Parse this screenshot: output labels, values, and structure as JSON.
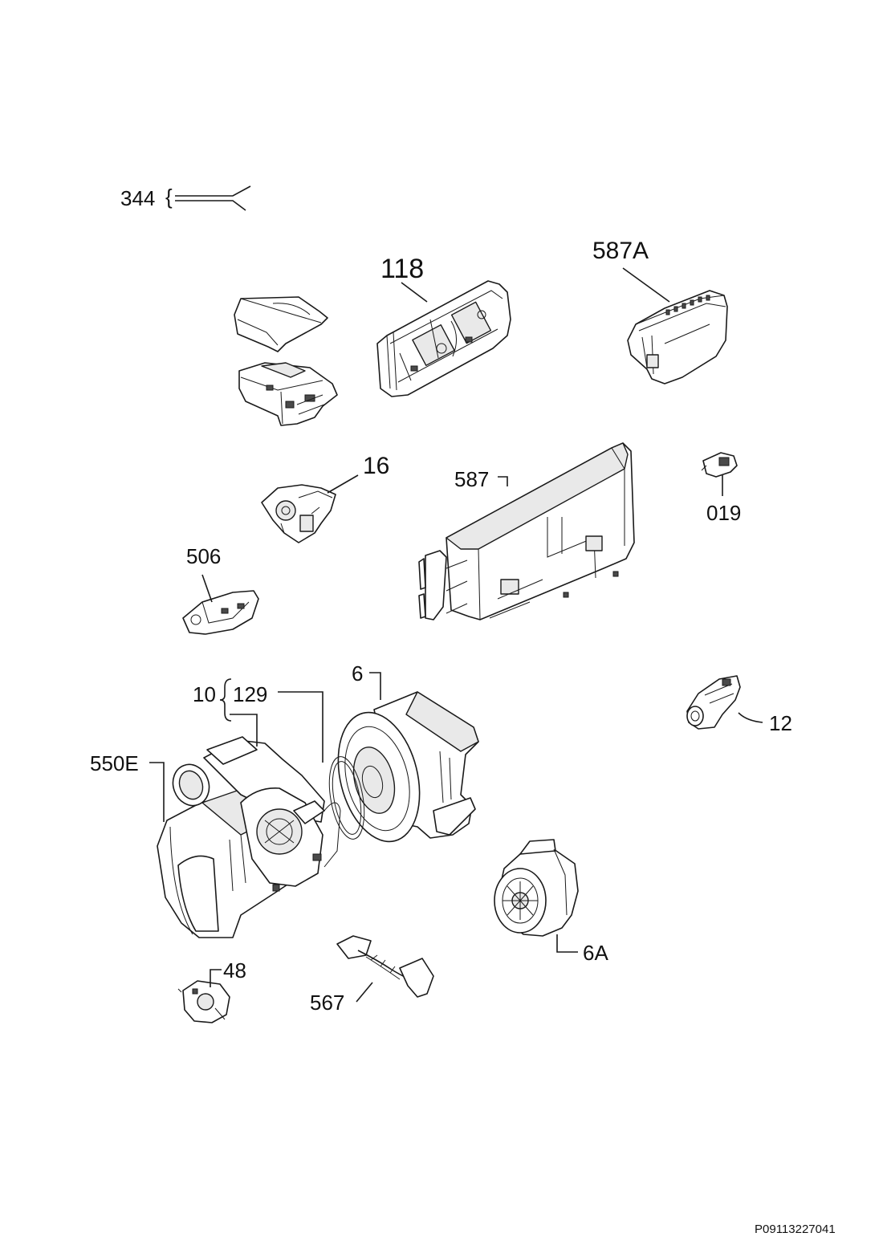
{
  "labels": {
    "l118": "118",
    "l587a": "587A",
    "l344": "344",
    "l16": "16",
    "l587": "587",
    "l019": "019",
    "l506": "506",
    "l10": "10",
    "l129": "129",
    "l6": "6",
    "l12": "12",
    "l550e": "550E",
    "l48": "48",
    "l567": "567",
    "l6a": "6A"
  },
  "footer": {
    "code": "P09113227041"
  }
}
